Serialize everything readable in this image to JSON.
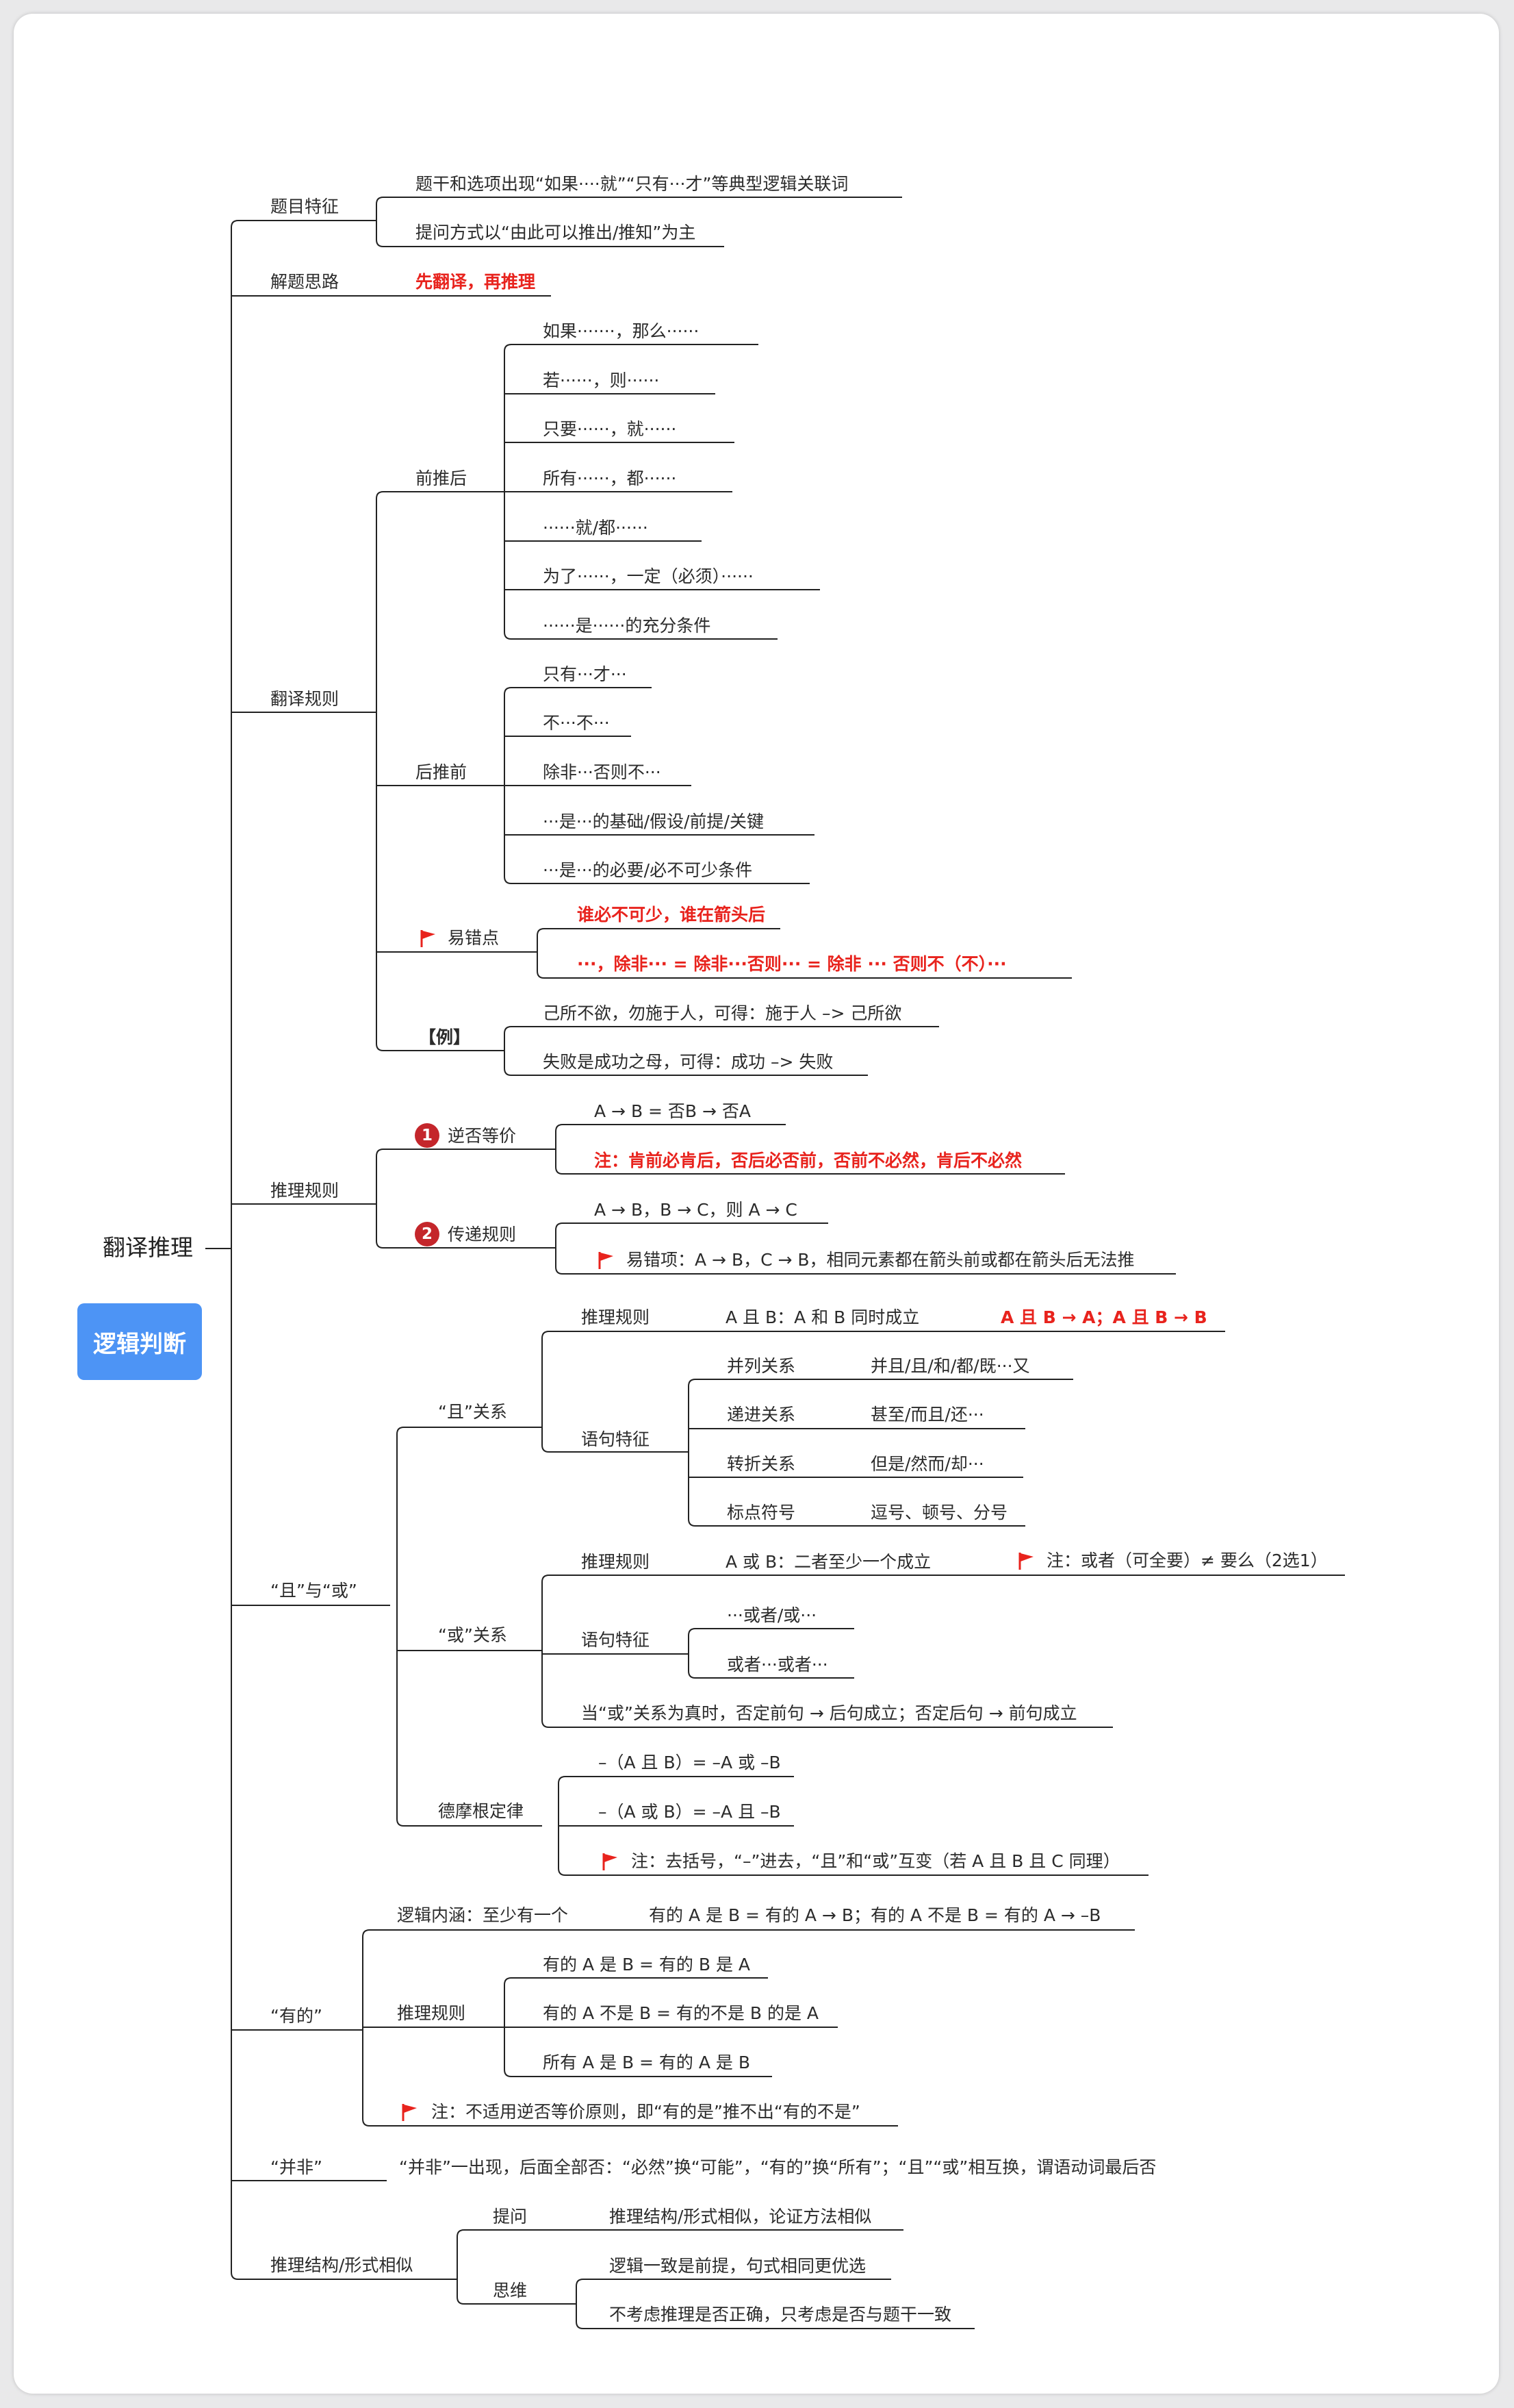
{
  "root": {
    "title": "翻译推理",
    "button": "逻辑判断"
  },
  "feature": {
    "label": "题目特征",
    "items": [
      "题干和选项出现“如果····就”“只有···才”等典型逻辑关联词",
      "提问方式以“由此可以推出/推知”为主"
    ]
  },
  "approach": {
    "label": "解题思路",
    "value": "先翻译，再推理"
  },
  "translate": {
    "label": "翻译规则",
    "forward": {
      "label": "前推后",
      "items": [
        "如果·······，那么······",
        "若······，则······",
        "只要······，就······",
        "所有······，都······",
        "······就/都······",
        "为了······，一定（必须）······",
        "······是······的充分条件"
      ]
    },
    "backward": {
      "label": "后推前",
      "items": [
        "只有···才···",
        "不···不···",
        "除非···否则不···",
        "···是···的基础/假设/前提/关键",
        "···是···的必要/必不可少条件"
      ]
    },
    "error": {
      "label": "易错点",
      "items": [
        "谁必不可少，谁在箭头后",
        "···，除非··· = 除非···否则··· = 除非 ··· 否则不（不）···"
      ]
    },
    "example": {
      "label": "【例】",
      "items": [
        "己所不欲，勿施于人，可得：施于人 –> 己所欲",
        "失败是成功之母，可得：成功 –> 失败"
      ]
    }
  },
  "reasoning": {
    "label": "推理规则",
    "contra": {
      "num": "1",
      "label": "逆否等价",
      "items": [
        "A → B = 否B → 否A",
        "注：肯前必肯后，否后必否前，否前不必然，肯后不必然"
      ]
    },
    "transit": {
      "num": "2",
      "label": "传递规则",
      "items": [
        "A → B，B → C，则 A → C",
        "易错项：A → B，C → B，相同元素都在箭头前或都在箭头后无法推"
      ]
    }
  },
  "andor": {
    "label": "“且”与“或”",
    "and": {
      "label": "“且”关系",
      "rule_label": "推理规则",
      "rule_value": "A 且 B：A 和 B 同时成立",
      "rule_note": "A 且 B → A；A 且 B → B",
      "sentence_label": "语句特征",
      "features": [
        {
          "k": "并列关系",
          "v": "并且/且/和/都/既···又"
        },
        {
          "k": "递进关系",
          "v": "甚至/而且/还···"
        },
        {
          "k": "转折关系",
          "v": "但是/然而/却···"
        },
        {
          "k": "标点符号",
          "v": "逗号、顿号、分号"
        }
      ]
    },
    "or": {
      "label": "“或”关系",
      "rule_label": "推理规则",
      "rule_value": "A 或 B：二者至少一个成立",
      "rule_note": "注：或者（可全要）≠ 要么（2选1）",
      "sentence_label": "语句特征",
      "features": [
        "···或者/或···",
        "或者···或者···"
      ],
      "truth": "当“或”关系为真时，否定前句 → 后句成立；否定后句 → 前句成立"
    },
    "demorgan": {
      "label": "德摩根定律",
      "items": [
        "–（A 且 B）= –A 或 –B",
        "–（A 或 B）= –A 且 –B",
        "注：去括号，“–”进去，“且”和“或”互变（若 A 且 B 且 C 同理）"
      ]
    }
  },
  "some": {
    "label": "“有的”",
    "meaning_label": "逻辑内涵：至少有一个",
    "meaning_value": "有的 A 是 B = 有的 A → B；有的 A 不是 B = 有的 A → –B",
    "rule_label": "推理规则",
    "rules": [
      "有的 A 是 B = 有的 B 是 A",
      "有的 A 不是 B = 有的不是 B 的是 A",
      "所有 A 是 B = 有的 A 是 B"
    ],
    "note": "注：不适用逆否等价原则，即“有的是”推不出“有的不是”"
  },
  "not_all": {
    "label": "“并非”",
    "value": "“并非”一出现，后面全部否：“必然”换“可能”，“有的”换“所有”；“且”“或”相互换，谓语动词最后否"
  },
  "structure": {
    "label": "推理结构/形式相似",
    "ask_label": "提问",
    "ask_value": "推理结构/形式相似，论证方法相似",
    "think_label": "思维",
    "think_items": [
      "逻辑一致是前提，句式相同更优选",
      "不考虑推理是否正确，只考虑是否与题干一致"
    ]
  },
  "colors": {
    "accent": "#e8231d",
    "button": "#4d94f5",
    "badge": "#c4262b",
    "line": "#222222"
  }
}
